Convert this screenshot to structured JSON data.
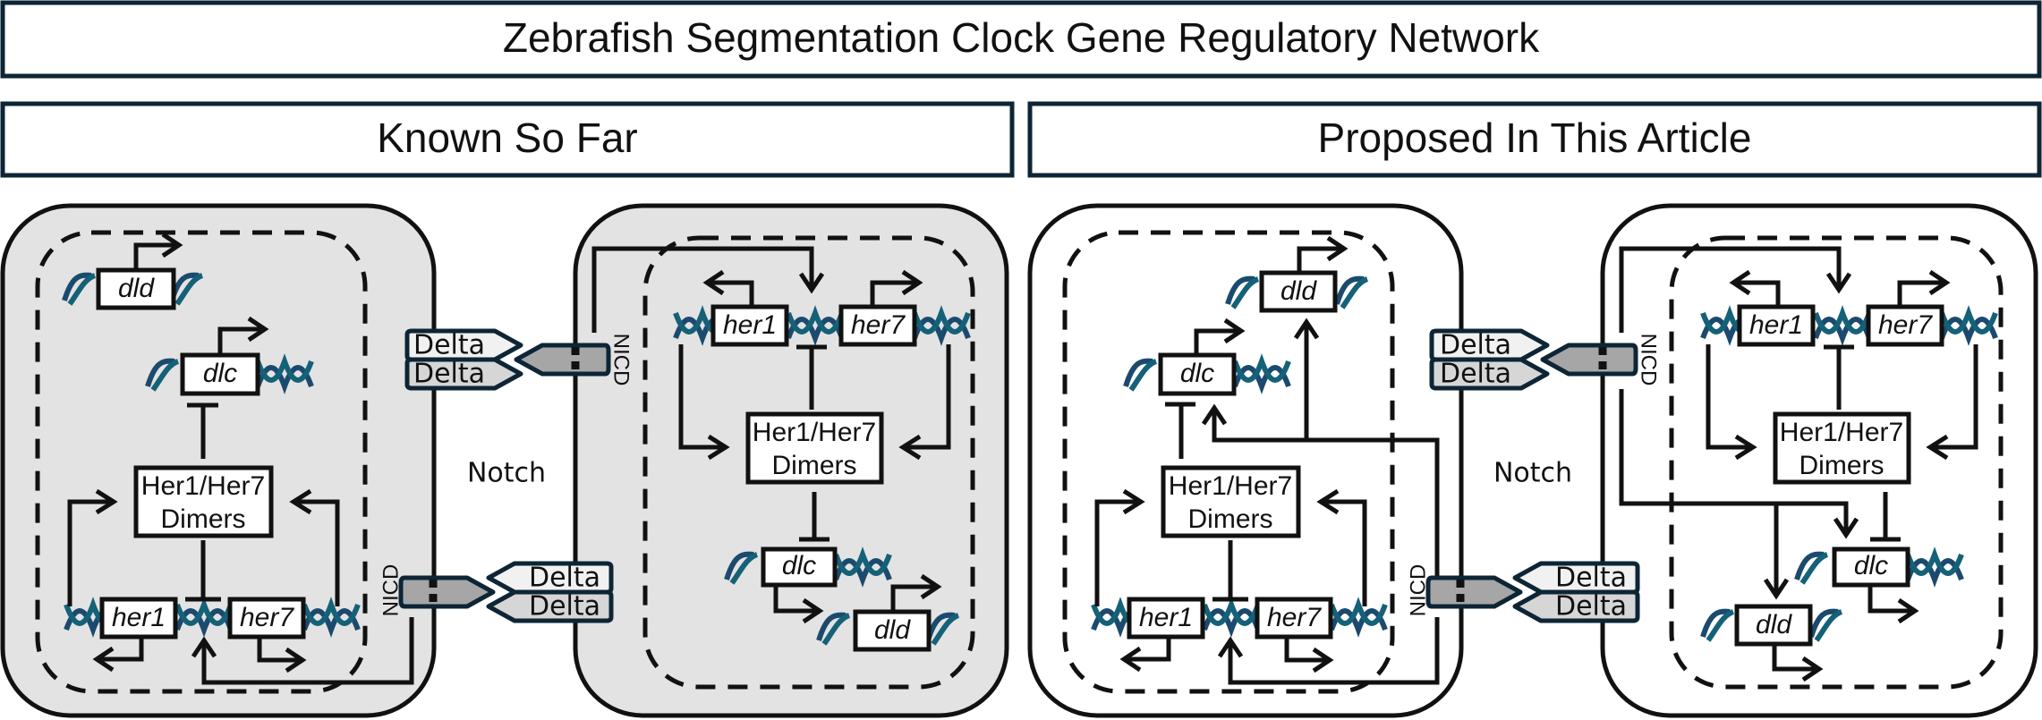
{
  "title": "Zebrafish Segmentation Clock Gene Regulatory Network",
  "panels": {
    "known": {
      "label": "Known So Far"
    },
    "proposed": {
      "label": "Proposed In This Article"
    }
  },
  "labels": {
    "notch": "Notch",
    "nicd": "NICD",
    "delta": "Delta",
    "dimer_line1": "Her1/Her7",
    "dimer_line2": "Dimers"
  },
  "genes": {
    "her1": "her1",
    "her7": "her7",
    "dlc": "dlc",
    "dld": "dld"
  },
  "colors": {
    "header_border": "#0d2535",
    "known_cell_fill": "#e3e3e3",
    "proposed_cell_fill": "#ffffff",
    "dna_strand_1": "#1b4a6e",
    "dna_strand_2": "#146178",
    "nicd_fill": "#a6a6a6"
  },
  "regulation": {
    "known": [
      {
        "from": "her1",
        "to": "Her1/Her7 Dimers",
        "type": "activation"
      },
      {
        "from": "her7",
        "to": "Her1/Her7 Dimers",
        "type": "activation"
      },
      {
        "from": "Her1/Her7 Dimers",
        "to": "her1/her7",
        "type": "repression"
      },
      {
        "from": "Her1/Her7 Dimers",
        "to": "dlc",
        "type": "repression"
      },
      {
        "from": "NICD",
        "to": "her1/her7",
        "type": "activation"
      },
      {
        "from": "dlc",
        "to": "dld",
        "type": "activation"
      }
    ],
    "proposed": [
      {
        "from": "her1",
        "to": "Her1/Her7 Dimers",
        "type": "activation"
      },
      {
        "from": "her7",
        "to": "Her1/Her7 Dimers",
        "type": "activation"
      },
      {
        "from": "Her1/Her7 Dimers",
        "to": "her1/her7",
        "type": "repression"
      },
      {
        "from": "Her1/Her7 Dimers",
        "to": "dlc",
        "type": "repression"
      },
      {
        "from": "NICD",
        "to": "her1/her7",
        "type": "activation"
      },
      {
        "from": "NICD",
        "to": "dlc",
        "type": "activation"
      },
      {
        "from": "NICD",
        "to": "dld",
        "type": "activation"
      }
    ]
  }
}
